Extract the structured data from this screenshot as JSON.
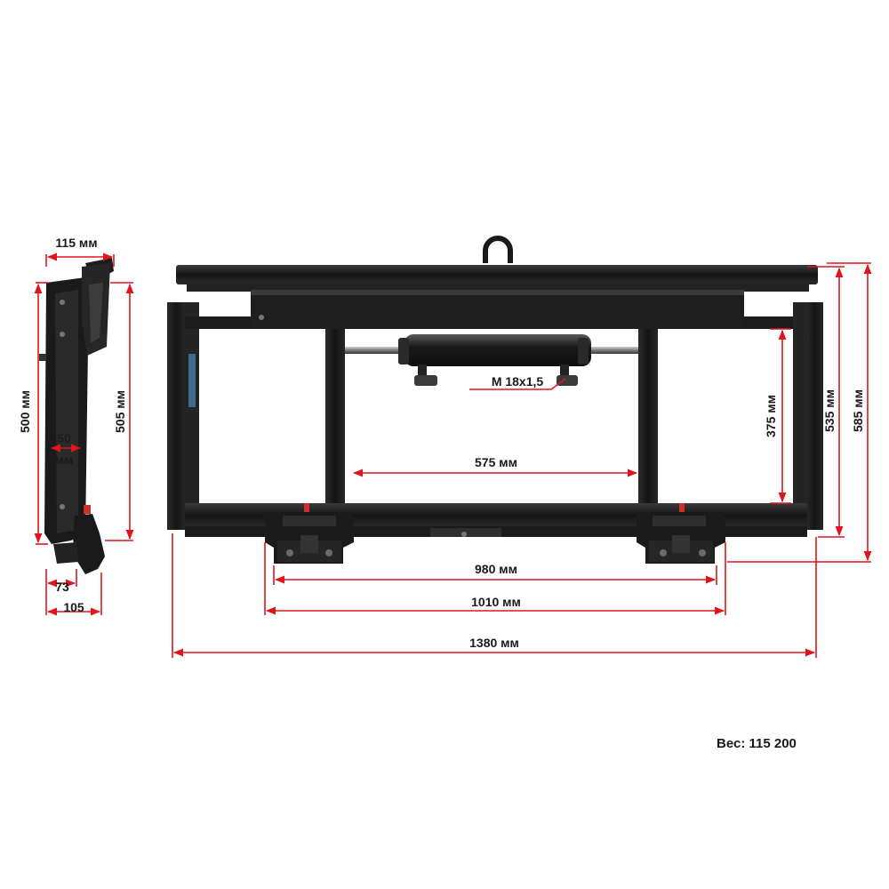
{
  "colors": {
    "dimension_line": "#e0141e",
    "metal_dark": "#1b1b1b",
    "metal_mid": "#2e2e2e",
    "metal_light": "#6a6a6a",
    "label_text": "#1a1a1a"
  },
  "side_view": {
    "dim_top_width": "115 мм",
    "dim_height_left": "500 мм",
    "dim_inner": "50",
    "dim_inner_unit": "мм",
    "dim_height_right": "505 мм",
    "dim_bottom_inner": "73",
    "dim_bottom_outer": "105"
  },
  "front_view": {
    "cylinder_thread": "М 18х1,5",
    "dim_inner_span": "575 мм",
    "dim_inner_height": "375 мм",
    "dim_frame_height": "535 мм",
    "dim_total_height": "585 мм",
    "dim_hook_inner": "980 мм",
    "dim_hook_outer": "1010 мм",
    "dim_total_width": "1380 мм"
  },
  "weight_label": "Вес: 115 200"
}
